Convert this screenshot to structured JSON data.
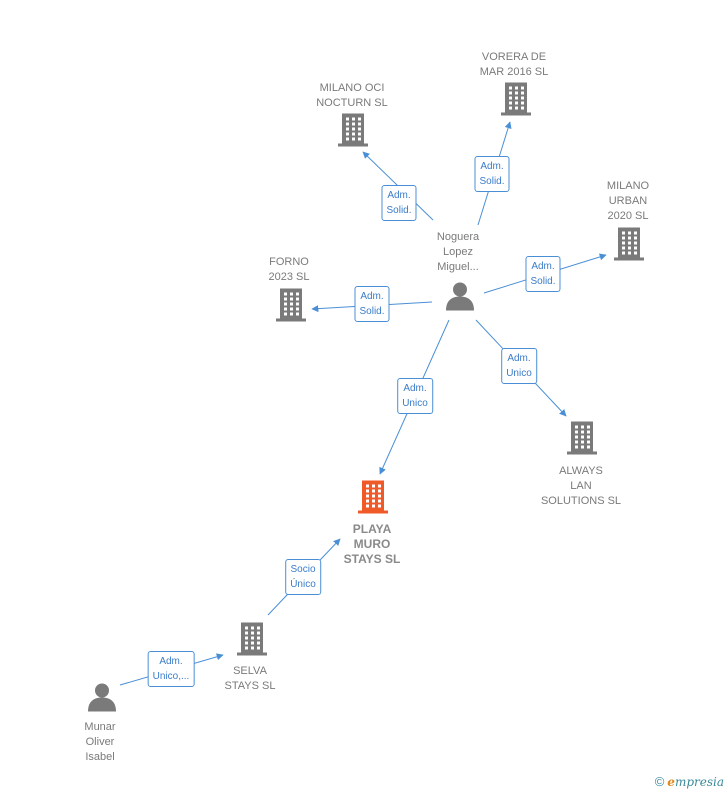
{
  "nodes": [
    {
      "id": "noguera",
      "label": "Noguera\nLopez\nMiguel...",
      "kind": "person",
      "focus": false
    },
    {
      "id": "milano_oci",
      "label": "MILANO OCI\nNOCTURN  SL",
      "kind": "company",
      "focus": false
    },
    {
      "id": "vorera",
      "label": "VORERA DE\nMAR 2016  SL",
      "kind": "company",
      "focus": false
    },
    {
      "id": "milano_urban",
      "label": "MILANO\nURBAN\n2020  SL",
      "kind": "company",
      "focus": false
    },
    {
      "id": "forno",
      "label": "FORNO\n2023  SL",
      "kind": "company",
      "focus": false
    },
    {
      "id": "always_lan",
      "label": "ALWAYS\nLAN\nSOLUTIONS SL",
      "kind": "company",
      "focus": false
    },
    {
      "id": "playa_muro",
      "label": "PLAYA\nMURO\nSTAYS  SL",
      "kind": "company",
      "focus": true
    },
    {
      "id": "selva",
      "label": "SELVA\nSTAYS  SL",
      "kind": "company",
      "focus": false
    },
    {
      "id": "munar",
      "label": "Munar\nOliver\nIsabel",
      "kind": "person",
      "focus": false
    }
  ],
  "edges": [
    {
      "from": "noguera",
      "to": "milano_oci",
      "label": "Adm.\nSolid."
    },
    {
      "from": "noguera",
      "to": "vorera",
      "label": "Adm.\nSolid."
    },
    {
      "from": "noguera",
      "to": "milano_urban",
      "label": "Adm.\nSolid."
    },
    {
      "from": "noguera",
      "to": "forno",
      "label": "Adm.\nSolid."
    },
    {
      "from": "noguera",
      "to": "always_lan",
      "label": "Adm.\nUnico"
    },
    {
      "from": "noguera",
      "to": "playa_muro",
      "label": "Adm.\nUnico"
    },
    {
      "from": "selva",
      "to": "playa_muro",
      "label": "Socio\nÚnico"
    },
    {
      "from": "munar",
      "to": "selva",
      "label": "Adm.\nUnico,..."
    }
  ],
  "colors": {
    "edge": "#4a8fd6",
    "node_gray": "#7a7a7a",
    "focus": "#f05a28"
  },
  "footer": {
    "copyright": "©",
    "brand_first": "e",
    "brand_rest": "mpresia"
  }
}
